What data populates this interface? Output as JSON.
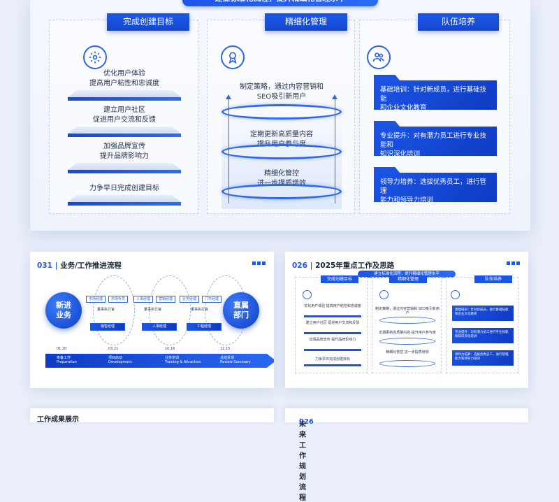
{
  "big_slide": {
    "banner": "建立标准化流程，提升精细化管理水平",
    "col1": {
      "title": "完成创建目标",
      "steps": [
        {
          "line1": "优化用户体验",
          "line2": "提高用户粘性和忠诚度"
        },
        {
          "line1": "建立用户社区",
          "line2": "促进用户交流和反馈"
        },
        {
          "line1": "加强品牌宣传",
          "line2": "提升品牌影响力"
        },
        {
          "line1": "力争早日完成创建目标",
          "line2": ""
        }
      ]
    },
    "col2": {
      "title": "精细化管理",
      "items": [
        {
          "line1": "制定策略，通过内容营销和",
          "line2": "SEO吸引新用户"
        },
        {
          "line1": "定期更新高质量内容",
          "line2": "提升用户参与度"
        },
        {
          "line1": "精细化管控",
          "line2": "进一步提质增效"
        }
      ]
    },
    "col3": {
      "title": "队伍培养",
      "items": [
        {
          "line1": "基础培训：针对新成员，进行基础技能",
          "line2": "和企业文化教育"
        },
        {
          "line1": "专业提升：对有潜力员工进行专业技能和",
          "line2": "知识深化培训"
        },
        {
          "line1": "领导力培养：选拔优秀员工，进行管理",
          "line2": "能力和领导力培训"
        }
      ]
    }
  },
  "preview_left": {
    "num": "031",
    "title": "业务/工作推进流程",
    "left_circle": {
      "line1": "新进",
      "line2": "业务"
    },
    "right_circle": {
      "line1": "直属",
      "line2": "部门"
    },
    "row1_tags": [
      "市场经理",
      "市场专员",
      "人事经理",
      "营销经理",
      "业务经理",
      "门市经理"
    ],
    "row2_labels": [
      "董事执行官",
      "董事执行官",
      "董事执行官"
    ],
    "row3_tags": [
      "销售经理",
      "人事经理",
      "工程经理"
    ],
    "timeline": [
      {
        "date": "01.20",
        "cn": "筹备工作",
        "en": "Preparation"
      },
      {
        "date": "03.21",
        "cn": "项目启动",
        "en": "Development"
      },
      {
        "date": "10.16",
        "cn": "业务培训",
        "en": "Training & Attraction"
      },
      {
        "date": "12.15",
        "cn": "总结反馈",
        "en": "Review Summary"
      }
    ]
  },
  "preview_right": {
    "num": "026",
    "title": "2025年重点工作及思路",
    "banner": "建立标准化流程，提升精细化管理水平",
    "col_titles": [
      "完成创建目标",
      "精细化管理",
      "队伍培养"
    ],
    "col1_steps": [
      "优化用户体验 提高用户粘性和忠诚度",
      "建立用户社区 促进用户交流和反馈",
      "加强品牌宣传 提升品牌影响力",
      "力争早日完成创建目标"
    ],
    "col2_items": [
      "制定策略，通过内容营销和 SEO吸引新用户",
      "定期更新高质量内容 提升用户参与度",
      "精细化管控 进一步提质增效"
    ],
    "col3_items": [
      "基础培训：针对新成员，进行基础技能和企业文化教育",
      "专业提升：对有潜力员工进行专业技能和知识深化培训",
      "领导力培养：选拔优秀员工，进行管理能力和领导力培训"
    ]
  },
  "bottom_left_title": "工作成果展示",
  "bottom_right_title": "未来工作规划流程",
  "bottom_right_num": "026"
}
